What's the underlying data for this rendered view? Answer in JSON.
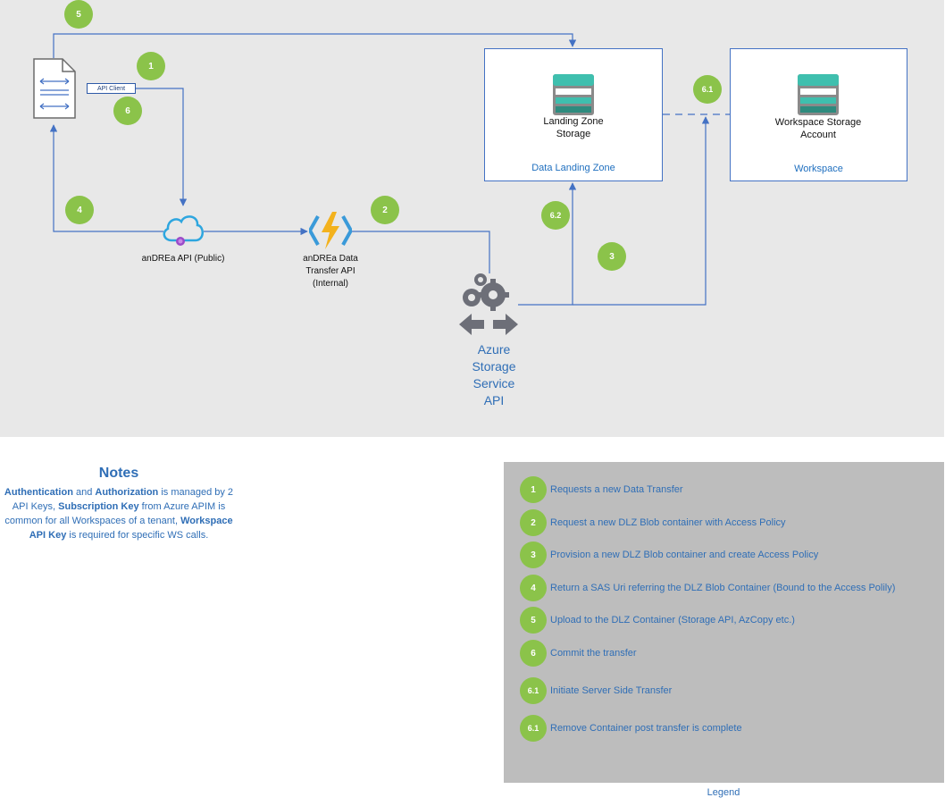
{
  "colors": {
    "canvas_bg": "#e8e8e8",
    "connector": "#4472c4",
    "badge": "#8bc34a",
    "legend_bg": "#bdbdbd",
    "text_accent": "#2f6eb6"
  },
  "diagram": {
    "api_client_label": "API Client",
    "andrea_public_label": "anDREa API (Public)",
    "data_transfer_label_1": "anDREa Data",
    "data_transfer_label_2": "Transfer API",
    "data_transfer_label_3": "(Internal)",
    "azure_label_1": "Azure",
    "azure_label_2": "Storage",
    "azure_label_3": "Service",
    "azure_label_4": "API",
    "landing_zone": {
      "storage_line1": "Landing Zone",
      "storage_line2": "Storage",
      "title": "Data Landing Zone"
    },
    "workspace": {
      "storage_line1": "Workspace Storage",
      "storage_line2": "Account",
      "title": "Workspace"
    },
    "badges": {
      "b5": "5",
      "b1": "1",
      "b6": "6",
      "b4": "4",
      "b2": "2",
      "b62": "6.2",
      "b3": "3",
      "b61": "6.1"
    },
    "icons": [
      "document-icon",
      "api-management-icon",
      "azure-function-icon",
      "storage-service-icon",
      "storage-account-icon"
    ]
  },
  "notes": {
    "title": "Notes",
    "auth": "Authentication",
    "and": " and ",
    "authz": "Authorization",
    "t1": " is managed by 2 API Keys, ",
    "subkey": "Subscription Key",
    "t2": " from Azure APIM is common for all Workspaces of a tenant, ",
    "wskey": "Workspace API Key",
    "t3": " is required for specific WS calls."
  },
  "legend": {
    "caption": "Legend",
    "items": [
      {
        "badge": "1",
        "text": "Requests a new Data Transfer"
      },
      {
        "badge": "2",
        "text": "Request a new DLZ Blob container with Access Policy"
      },
      {
        "badge": "3",
        "text": "Provision a new DLZ Blob container and create Access Policy"
      },
      {
        "badge": "4",
        "text": "Return a SAS Uri referring the DLZ Blob Container (Bound to the Access Polily)"
      },
      {
        "badge": "5",
        "text": "Upload to the DLZ Container (Storage API, AzCopy etc.)"
      },
      {
        "badge": "6",
        "text": "Commit the transfer"
      },
      {
        "badge": "6.1",
        "text": "Initiate Server Side Transfer"
      },
      {
        "badge": "6.1",
        "text": "Remove Container post transfer is complete"
      }
    ]
  }
}
